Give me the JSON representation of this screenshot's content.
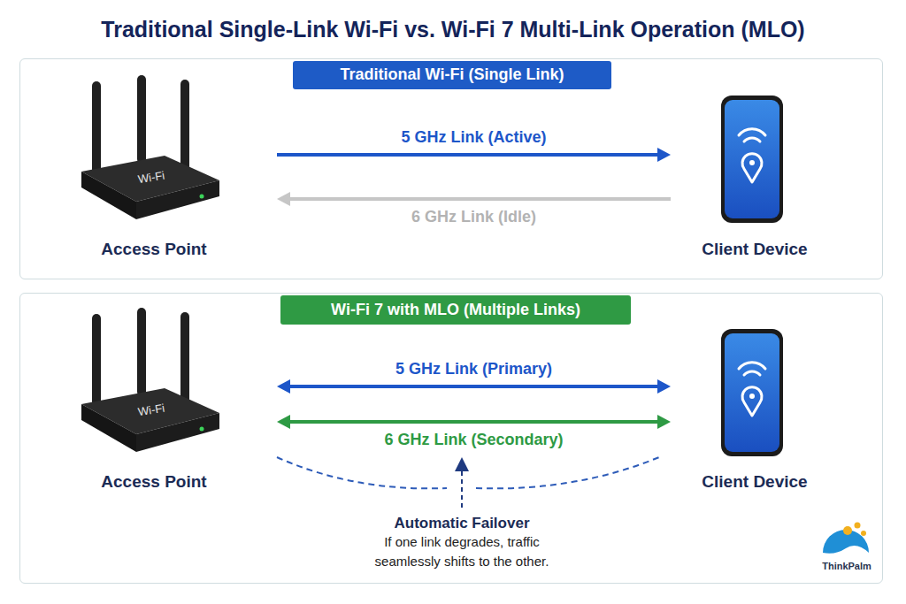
{
  "diagram": {
    "title": "Traditional Single-Link Wi-Fi vs. Wi-Fi 7 Multi-Link Operation (MLO)",
    "nodes": [
      {
        "text": [
          "Traditional Wi-Fi (Single Link)"
        ]
      },
      {
        "text": [
          "Wi-Fi",
          "Access Point"
        ],
        "in": 0
      },
      {
        "text": [
          "Client Device"
        ],
        "in": 0
      },
      {
        "text": [
          "Wi-Fi 7 with MLO (Multiple Links)"
        ]
      },
      {
        "text": [
          "Wi-Fi",
          "Access Point"
        ],
        "in": 3
      },
      {
        "text": [
          "Client Device"
        ],
        "in": 3
      }
    ],
    "edges": [
      {
        "from": 1,
        "to": 2,
        "arrow": "to",
        "label": "5 GHz Link (Active)"
      },
      {
        "from": 2,
        "to": 1,
        "arrow": "to",
        "label": "6 GHz Link (Idle)"
      },
      {
        "from": 4,
        "to": 5,
        "arrow": "both",
        "label": "5 GHz Link (Primary)"
      },
      {
        "from": 4,
        "to": 5,
        "arrow": "both",
        "label": "6 GHz Link (Secondary)"
      }
    ],
    "labels": [
      "Automatic Failover",
      "If one link degrades, traffic seamlessly shifts to the other.",
      "ThinkPalm"
    ]
  }
}
